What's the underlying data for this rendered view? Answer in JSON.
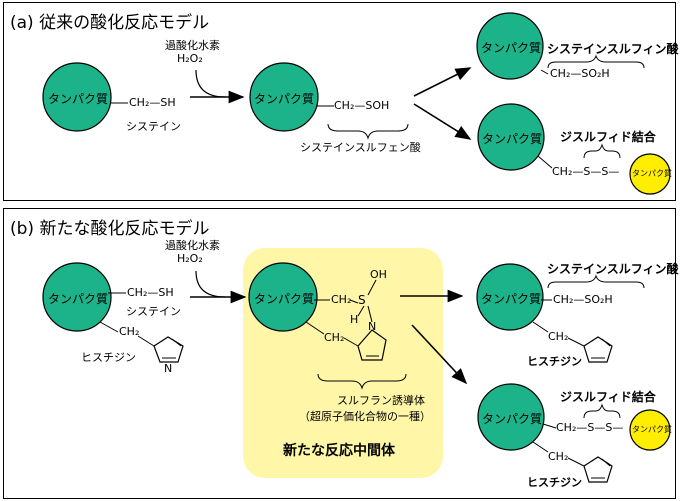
{
  "panel_a": {
    "title": "(a) 従来の酸化反応モデル",
    "reagent_name": "過酸化水素",
    "reagent_formula": "H₂O₂",
    "protein": "タンパク質",
    "cysteine_group": "CH₂—SH",
    "cysteine_label": "システイン",
    "sulfenic_group": "CH₂—SOH",
    "sulfenic_label": "システインスルフェン酸",
    "sulfinic_label": "システインスルフィン酸",
    "sulfinic_group": "CH₂—SO₂H",
    "disulfide_label": "ジスルフィド結合",
    "disulfide_group": "CH₂—S—S—",
    "partner_protein": "タンパク質"
  },
  "panel_b": {
    "title": "(b) 新たな酸化反応モデル",
    "reagent_name": "過酸化水素",
    "reagent_formula": "H₂O₂",
    "protein": "タンパク質",
    "cysteine_group": "CH₂—SH",
    "cysteine_label": "システイン",
    "histidine_label": "ヒスチジン",
    "ch2": "CH₂",
    "oh": "OH",
    "s_atom": "S",
    "h_atom": "H",
    "n_atom": "N",
    "intermediate_name": "スルフラン誘導体",
    "intermediate_note": "（超原子価化合物の一種）",
    "intermediate_title": "新たな反応中間体",
    "sulfinic_label": "システインスルフィン酸",
    "sulfinic_group": "CH₂—SO₂H",
    "disulfide_label": "ジスルフィド結合",
    "disulfide_group": "CH₂—S—S—",
    "partner_protein": "タンパク質"
  },
  "colors": {
    "protein_fill": "#1db38a",
    "partner_fill": "#ffee00",
    "intermediate_bg": "#fff6a8"
  }
}
